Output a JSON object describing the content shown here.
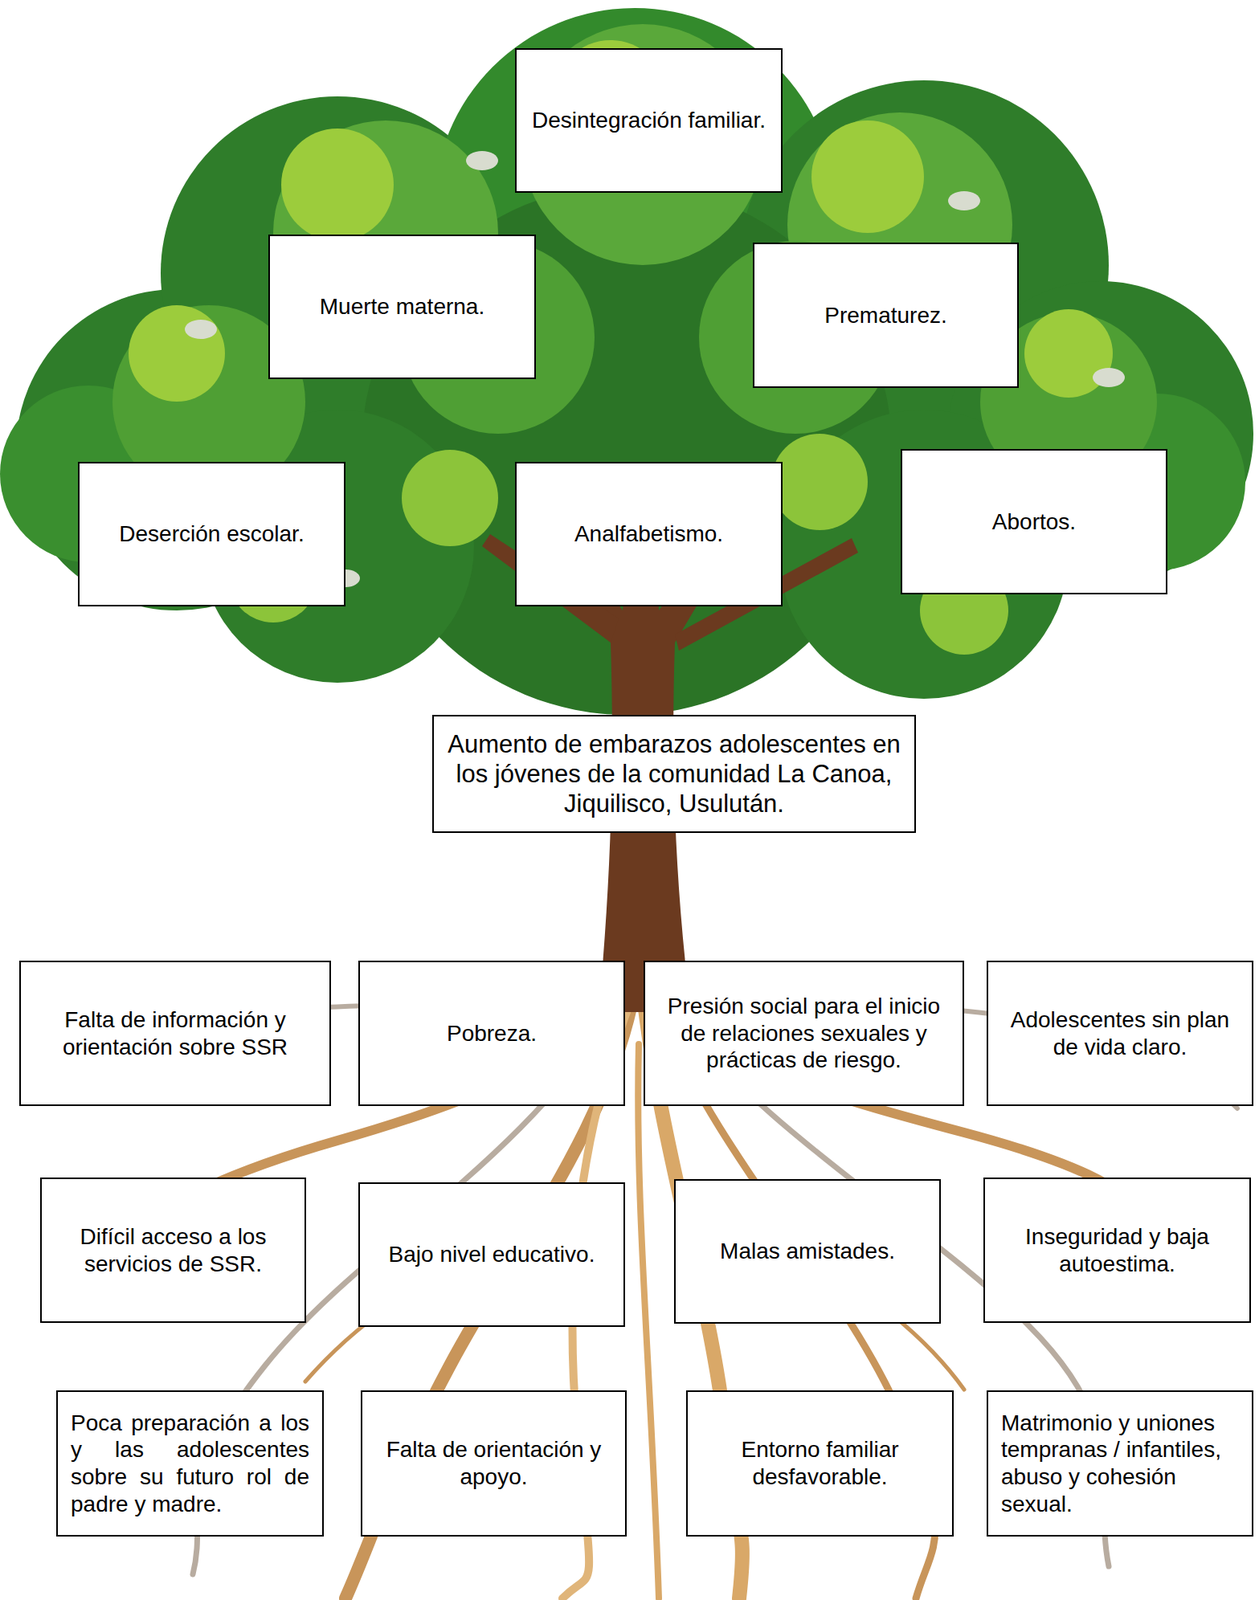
{
  "diagram": {
    "nodes": [
      {
        "text": [
          "Desintegración familiar."
        ]
      },
      {
        "text": [
          "Muerte materna."
        ]
      },
      {
        "text": [
          "Prematurez."
        ]
      },
      {
        "text": [
          "Deserción escolar."
        ]
      },
      {
        "text": [
          "Analfabetismo."
        ]
      },
      {
        "text": [
          "Abortos."
        ]
      },
      {
        "text": [
          "Aumento de embarazos adolescentes en los jóvenes de la comunidad La Canoa, Jiquilisco, Usulután."
        ]
      },
      {
        "text": [
          "Falta de información y orientación sobre SSR"
        ]
      },
      {
        "text": [
          "Pobreza."
        ]
      },
      {
        "text": [
          "Presión social para el inicio de relaciones sexuales y prácticas de riesgo."
        ]
      },
      {
        "text": [
          "Adolescentes sin plan de vida claro."
        ]
      },
      {
        "text": [
          "Difícil acceso a los servicios de SSR."
        ]
      },
      {
        "text": [
          "Bajo nivel educativo."
        ]
      },
      {
        "text": [
          "Malas amistades."
        ]
      },
      {
        "text": [
          "Inseguridad y baja autoestima."
        ]
      },
      {
        "text": [
          "Poca preparación a los y las adolescentes sobre su futuro rol de padre y madre."
        ]
      },
      {
        "text": [
          "Falta de orientación y apoyo."
        ]
      },
      {
        "text": [
          "Entorno familiar desfavorable."
        ]
      },
      {
        "text": [
          "Matrimonio y uniones tempranas / infantiles, abuso y cohesión sexual."
        ]
      }
    ]
  }
}
